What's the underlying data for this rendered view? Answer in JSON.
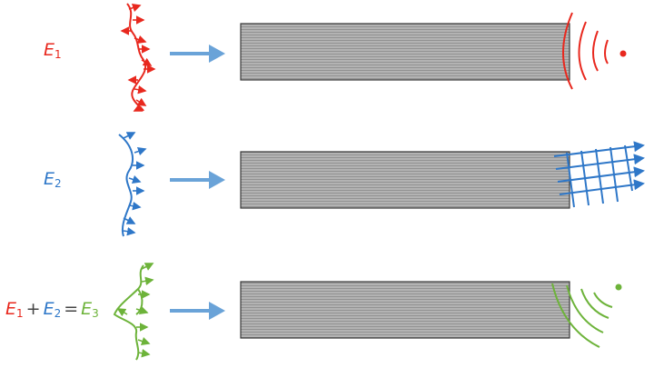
{
  "colors": {
    "red": "#e8281e",
    "blue": "#2e77c8",
    "green": "#6db33a",
    "arrow": "#6aa3d8",
    "fiber_fill": "#b3b3b3",
    "fiber_line": "#8a8a8a",
    "fiber_border": "#3a3a3a",
    "operator": "#444444"
  },
  "rows": [
    {
      "label": {
        "letter": "E",
        "sub": "1"
      },
      "color": "red",
      "output_icon": "point-source-waves-icon"
    },
    {
      "label": {
        "letter": "E",
        "sub": "2"
      },
      "color": "blue",
      "output_icon": "plane-wave-grid-icon"
    },
    {
      "equation": {
        "t1": {
          "letter": "E",
          "sub": "1"
        },
        "plus": "+",
        "t2": {
          "letter": "E",
          "sub": "2"
        },
        "equals": "=",
        "t3": {
          "letter": "E",
          "sub": "3"
        }
      },
      "color": "green",
      "output_icon": "focused-wave-icon"
    }
  ]
}
